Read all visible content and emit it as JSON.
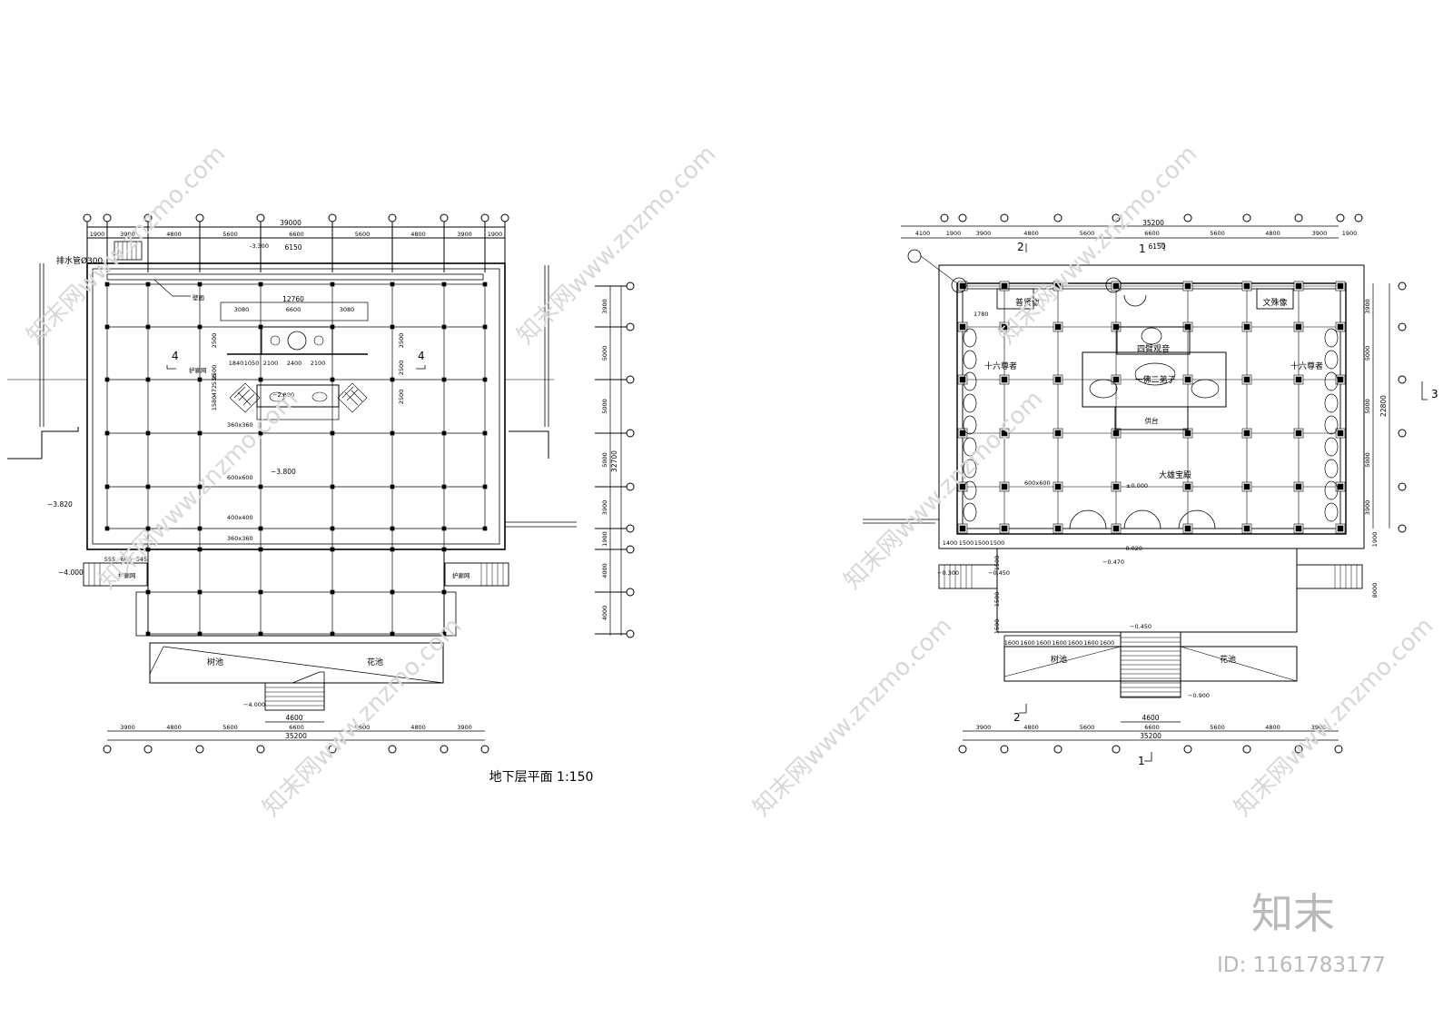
{
  "left_plan": {
    "top_total": "39000",
    "top_dims": [
      "1900",
      "3900",
      "4800",
      "5600",
      "6600",
      "5600",
      "4800",
      "3900",
      "1900"
    ],
    "bottom_total": "35200",
    "bottom_dims": [
      "3900",
      "4800",
      "5600",
      "6600",
      "5600",
      "4800",
      "3900"
    ],
    "right_dims": [
      "3900",
      "5000",
      "5000",
      "5000",
      "3900",
      "1900",
      "4000",
      "4000"
    ],
    "right_total": "32700",
    "pipe_label": "排水管Ø300",
    "wall_label": "壁画",
    "inner_total": "12760",
    "inner_dims": [
      "3080",
      "6600",
      "3080"
    ],
    "inner_dims2": [
      "1840",
      "1050",
      "2100",
      "2400",
      "2100"
    ],
    "inner_left_dims": [
      "2500",
      "2500"
    ],
    "inner_right_dims": [
      "2500",
      "2500",
      "2500"
    ],
    "small_dims": [
      "1580",
      "472",
      "536"
    ],
    "top_small_dim": "6150",
    "level_top": "-3.300",
    "level_main": "−3.800",
    "level_left": "−3.820",
    "level_mid": "−2.800",
    "level_stair": "−4.000",
    "level_outside": "−4.000",
    "tile_a": "600x600",
    "tile_b": "400x400",
    "tile_c": "360x360",
    "tile_d": "360x360",
    "guard": "护廊网",
    "small_bottom_dims": [
      "555",
      "600",
      "545"
    ],
    "tree_pool": "树池",
    "flower_pool": "花池",
    "stair_dim": "4600",
    "section_mark": "4",
    "caption": "地下层平面  1:150"
  },
  "right_plan": {
    "top_total": "35200",
    "top_dims": [
      "4100",
      "1900",
      "3900",
      "4800",
      "5600",
      "6600",
      "5600",
      "4800",
      "3900",
      "1900"
    ],
    "top_small_dim": "6150",
    "bottom_total": "35200",
    "bottom_dims": [
      "3900",
      "4800",
      "5600",
      "6600",
      "5600",
      "4800",
      "3900"
    ],
    "right_dims": [
      "3900",
      "5000",
      "5000",
      "5000",
      "3900"
    ],
    "right_total": "22800",
    "right_lower_dims": [
      "1900",
      "8000"
    ],
    "left_inner_dim": "1780",
    "bottom_inner_dims": [
      "1400",
      "1500",
      "1500",
      "1500"
    ],
    "step_dims": [
      "1600",
      "1600",
      "1600",
      "1600",
      "1600",
      "1600",
      "1600"
    ],
    "step_vert_dims": [
      "1500",
      "1500",
      "1500"
    ],
    "statue_left": "普贤像",
    "statue_right": "文殊像",
    "arhat_left": "十六尊者",
    "arhat_right": "十六尊者",
    "guanyin": "四臂观音",
    "buddha": "一佛二弟子",
    "altar": "供台",
    "hall": "大雄宝殿",
    "tile": "600x600",
    "tree_pool": "树池",
    "flower_pool": "花池",
    "stair_dim": "4600",
    "level_hall": "±0.000",
    "level_porch": "−0.020",
    "level_porch2": "−0.470",
    "level_left": "−0.300",
    "level_left2": "−0.450",
    "level_step": "−0.450",
    "level_outside": "−0.900",
    "section_1": "1",
    "section_2": "2",
    "section_3": "3"
  },
  "watermark": {
    "logo": "知末",
    "id": "ID: 1161783177",
    "diag": "知末网www.znzmo.com"
  }
}
